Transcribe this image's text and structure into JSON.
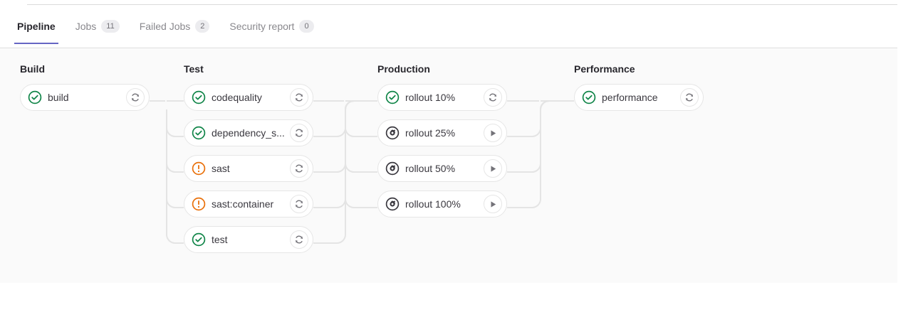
{
  "tabs": [
    {
      "label": "Pipeline",
      "badge": null,
      "active": true
    },
    {
      "label": "Jobs",
      "badge": "11",
      "active": false
    },
    {
      "label": "Failed Jobs",
      "badge": "2",
      "active": false
    },
    {
      "label": "Security report",
      "badge": "0",
      "active": false
    }
  ],
  "colors": {
    "accent": "#6666c4",
    "success": "#108548",
    "warning": "#e9700a",
    "manual": "#3a383f",
    "canvas": "#fafafa",
    "border": "#e6e6e6",
    "connector": "#e4e4e4"
  },
  "pipeline": {
    "stages": [
      {
        "name": "Build",
        "jobs": [
          {
            "name": "build",
            "status": "success",
            "status_icon": "status-success-icon",
            "action": "retry",
            "action_icon": "retry-icon"
          }
        ]
      },
      {
        "name": "Test",
        "jobs": [
          {
            "name": "codequality",
            "status": "success",
            "status_icon": "status-success-icon",
            "action": "retry",
            "action_icon": "retry-icon"
          },
          {
            "name": "dependency_s...",
            "status": "success",
            "status_icon": "status-success-icon",
            "action": "retry",
            "action_icon": "retry-icon"
          },
          {
            "name": "sast",
            "status": "warning",
            "status_icon": "status-warning-icon",
            "action": "retry",
            "action_icon": "retry-icon"
          },
          {
            "name": "sast:container",
            "status": "warning",
            "status_icon": "status-warning-icon",
            "action": "retry",
            "action_icon": "retry-icon"
          },
          {
            "name": "test",
            "status": "success",
            "status_icon": "status-success-icon",
            "action": "retry",
            "action_icon": "retry-icon"
          }
        ]
      },
      {
        "name": "Production",
        "jobs": [
          {
            "name": "rollout 10%",
            "status": "success",
            "status_icon": "status-success-icon",
            "action": "retry",
            "action_icon": "retry-icon"
          },
          {
            "name": "rollout 25%",
            "status": "manual",
            "status_icon": "status-manual-icon",
            "action": "play",
            "action_icon": "play-icon"
          },
          {
            "name": "rollout 50%",
            "status": "manual",
            "status_icon": "status-manual-icon",
            "action": "play",
            "action_icon": "play-icon"
          },
          {
            "name": "rollout 100%",
            "status": "manual",
            "status_icon": "status-manual-icon",
            "action": "play",
            "action_icon": "play-icon"
          }
        ]
      },
      {
        "name": "Performance",
        "jobs": [
          {
            "name": "performance",
            "status": "success",
            "status_icon": "status-success-icon",
            "action": "retry",
            "action_icon": "retry-icon"
          }
        ]
      }
    ]
  }
}
